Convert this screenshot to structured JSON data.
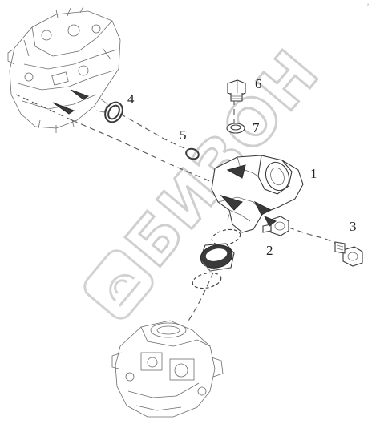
{
  "page_tag": "²",
  "callouts": {
    "c1": "1",
    "c2": "2",
    "c3": "3",
    "c4": "4",
    "c5": "5",
    "c6": "6",
    "c7": "7"
  },
  "watermark": {
    "text": "БИЗОН",
    "color": "#d2d2d2"
  },
  "colors": {
    "line": "#3a3a3a",
    "background": "#ffffff"
  }
}
